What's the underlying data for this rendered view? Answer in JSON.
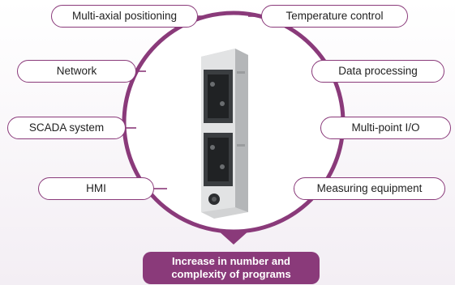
{
  "colors": {
    "accent": "#8a3a7a",
    "background": "#ffffff"
  },
  "features": {
    "left": [
      {
        "label": "Multi-axial positioning"
      },
      {
        "label": "Network"
      },
      {
        "label": "SCADA system"
      },
      {
        "label": "HMI"
      }
    ],
    "right": [
      {
        "label": "Temperature control"
      },
      {
        "label": "Data processing"
      },
      {
        "label": "Multi-point I/O"
      },
      {
        "label": "Measuring equipment"
      }
    ]
  },
  "device": {
    "icon": "plc-module-icon"
  },
  "result": {
    "line1": "Increase in number and",
    "line2": "complexity of programs"
  }
}
